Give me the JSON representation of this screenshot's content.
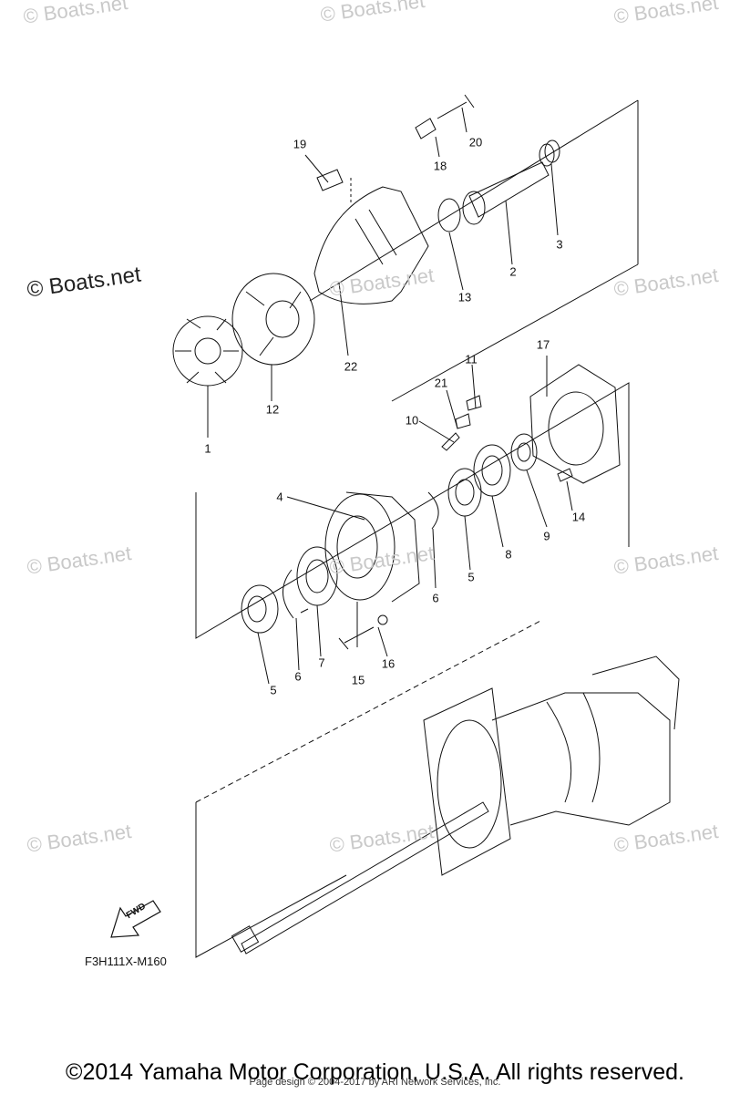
{
  "watermarks": {
    "main": "© Boats.net",
    "faint": "© Boats.net"
  },
  "diagram": {
    "code": "F3H111X-M160",
    "fwd_label": "FWD",
    "callouts": [
      "1",
      "2",
      "3",
      "4",
      "5",
      "5",
      "6",
      "6",
      "7",
      "8",
      "9",
      "10",
      "11",
      "12",
      "13",
      "14",
      "15",
      "16",
      "17",
      "18",
      "19",
      "20",
      "21",
      "22"
    ]
  },
  "footer": {
    "copyright": "©2014 Yamaha Motor Corporation, U.S.A. All rights reserved.",
    "page_design": "Page design © 2004-2017 by ARI Network Services, Inc."
  }
}
